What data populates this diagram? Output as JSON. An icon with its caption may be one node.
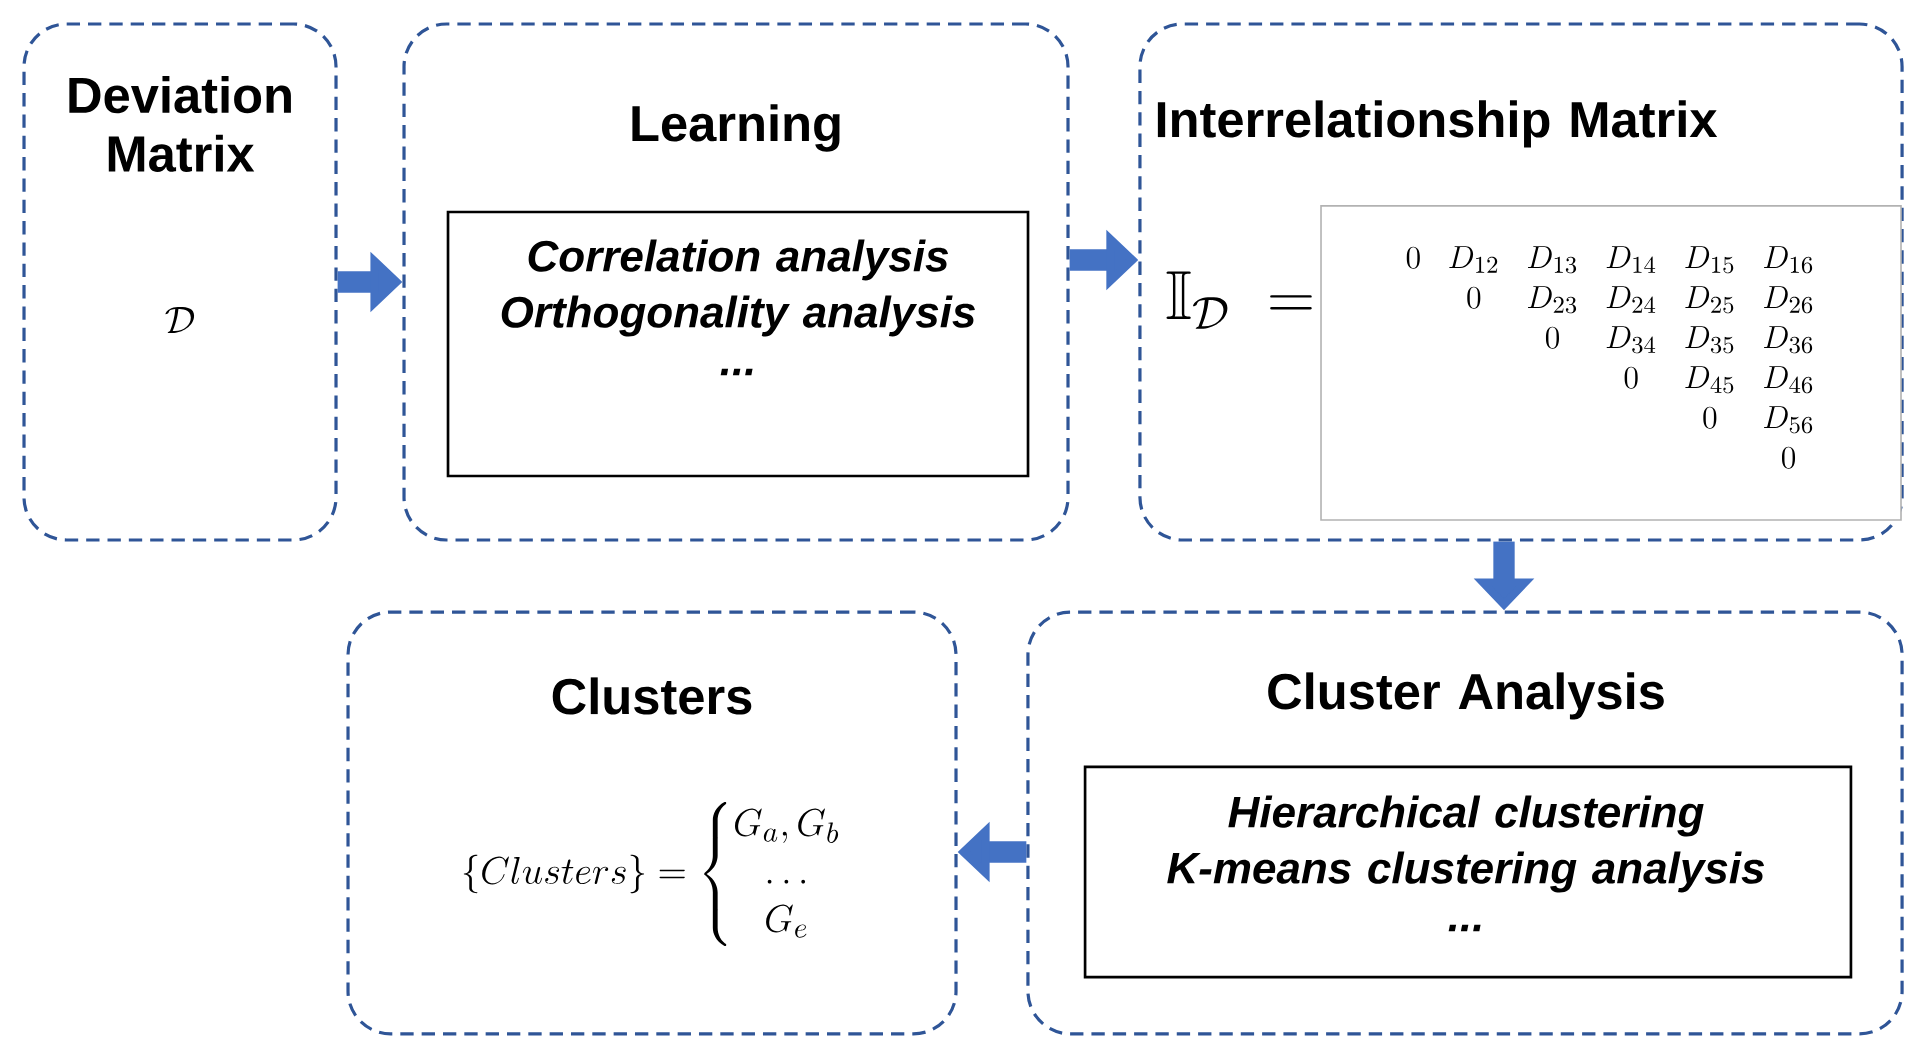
{
  "diagram": {
    "nodes": [
      {
        "text": [
          "Deviation Matrix",
          "\\mathcal{D}"
        ]
      },
      {
        "text": [
          "Learning"
        ]
      },
      {
        "text": [
          "Correlation analysis",
          "Orthogonality analysis",
          "..."
        ],
        "in": 1
      },
      {
        "text": [
          "Interrelationship Matrix",
          "\\mathbb{I}_{\\mathcal{D}}\\;="
        ]
      },
      {
        "text": [
          "\\begin{matrix}0 & D_{12} & D_{13} & D_{14} & D_{15} & D_{16}\\\\ & 0 & D_{23} & D_{24} & D_{25} & D_{26}\\\\ & & 0 & D_{34} & D_{35} & D_{36}\\\\ & & & 0 & D_{45} & D_{46}\\\\ & & & & 0 & D_{56}\\\\ & & & & & 0\\end{matrix}"
        ],
        "in": 3
      },
      {
        "text": [
          "Cluster Analysis"
        ]
      },
      {
        "text": [
          "Hierarchical clustering",
          "K-means clustering analysis",
          "..."
        ],
        "in": 5
      },
      {
        "text": [
          "Clusters",
          "\\{Clusters\\} = \\left\\{\\begin{matrix} G_a, G_b\\\\ \\ldots \\\\ G_e\\end{matrix}\\right."
        ]
      }
    ],
    "edges": [
      {
        "from": 0,
        "to": 1,
        "arrow": "to"
      },
      {
        "from": 1,
        "to": 3,
        "arrow": "to"
      },
      {
        "from": 3,
        "to": 5,
        "arrow": "to"
      },
      {
        "from": 5,
        "to": 7,
        "arrow": "to"
      }
    ]
  }
}
